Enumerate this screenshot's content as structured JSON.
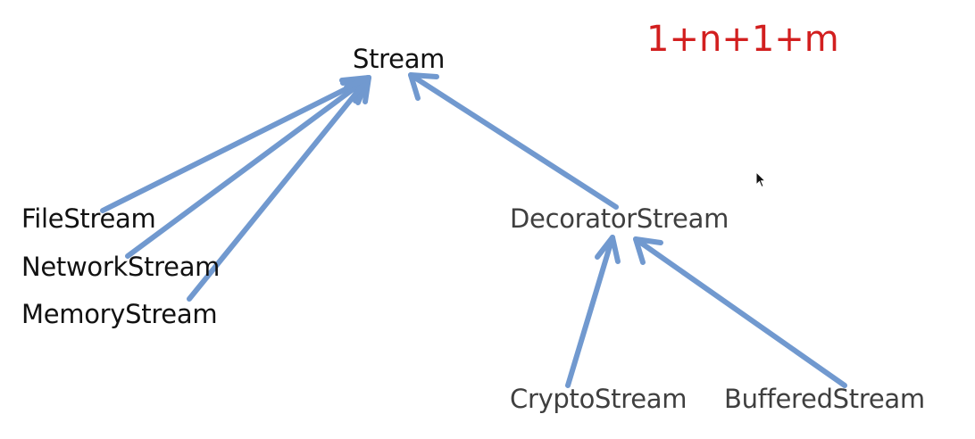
{
  "diagram": {
    "root": "Stream",
    "concrete_streams": [
      "FileStream",
      "NetworkStream",
      "MemoryStream"
    ],
    "decorator": "DecoratorStream",
    "decorator_children": [
      "CryptoStream",
      "BufferedStream"
    ],
    "formula": "1+n+1+m",
    "colors": {
      "arrow": "#7199cf",
      "formula": "#d21f1f",
      "text": "#111111"
    }
  }
}
